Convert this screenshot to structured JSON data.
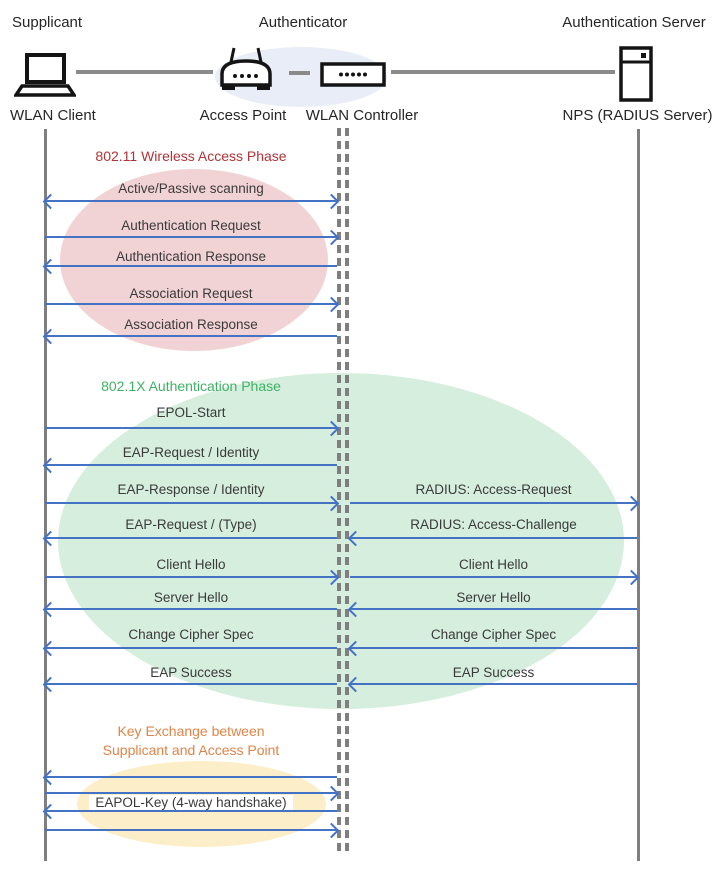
{
  "actors": {
    "supplicant": {
      "role": "Supplicant",
      "device": "WLAN Client"
    },
    "authenticator": {
      "role": "Authenticator",
      "device_ap": "Access Point",
      "device_wlc": "WLAN Controller"
    },
    "auth_server": {
      "role": "Authentication Server",
      "device": "NPS (RADIUS Server)"
    }
  },
  "phases": [
    {
      "label": "802.11 Wireless Access Phase",
      "color": "#b13236",
      "bubble_color": "#f2d3d5"
    },
    {
      "label": "802.1X Authentication Phase",
      "color": "#3eb264",
      "bubble_color": "#d5eedd"
    },
    {
      "label": "Key Exchange between\nSupplicant and Access Point",
      "color": "#e08448",
      "bubble_color": "#fdeeca"
    }
  ],
  "messages_left": [
    {
      "label": "Active/Passive scanning",
      "direction": "both"
    },
    {
      "label": "Authentication Request",
      "direction": "right"
    },
    {
      "label": "Authentication Response",
      "direction": "left"
    },
    {
      "label": "Association Request",
      "direction": "right"
    },
    {
      "label": "Association Response",
      "direction": "left"
    },
    {
      "label": "EPOL-Start",
      "direction": "right"
    },
    {
      "label": "EAP-Request / Identity",
      "direction": "left"
    },
    {
      "label": "EAP-Response / Identity",
      "direction": "right"
    },
    {
      "label": "EAP-Request / (Type)",
      "direction": "left"
    },
    {
      "label": "Client Hello",
      "direction": "right"
    },
    {
      "label": "Server Hello",
      "direction": "left"
    },
    {
      "label": "Change Cipher Spec",
      "direction": "left"
    },
    {
      "label": "EAP Success",
      "direction": "left"
    },
    {
      "label": "EAPOL-Key (4-way handshake)",
      "direction": "left-right-left-right"
    }
  ],
  "messages_right": [
    {
      "label": "RADIUS: Access-Request",
      "direction": "right"
    },
    {
      "label": "RADIUS: Access-Challenge",
      "direction": "left"
    },
    {
      "label": "Client Hello",
      "direction": "right"
    },
    {
      "label": "Server Hello",
      "direction": "left"
    },
    {
      "label": "Change Cipher Spec",
      "direction": "left"
    },
    {
      "label": "EAP Success",
      "direction": "left"
    }
  ],
  "colors": {
    "arrow": "#4472c4",
    "lifeline": "#7f7f7f",
    "authenticator_bubble": "#e9edf8",
    "message_text": "#3a3a3a"
  }
}
